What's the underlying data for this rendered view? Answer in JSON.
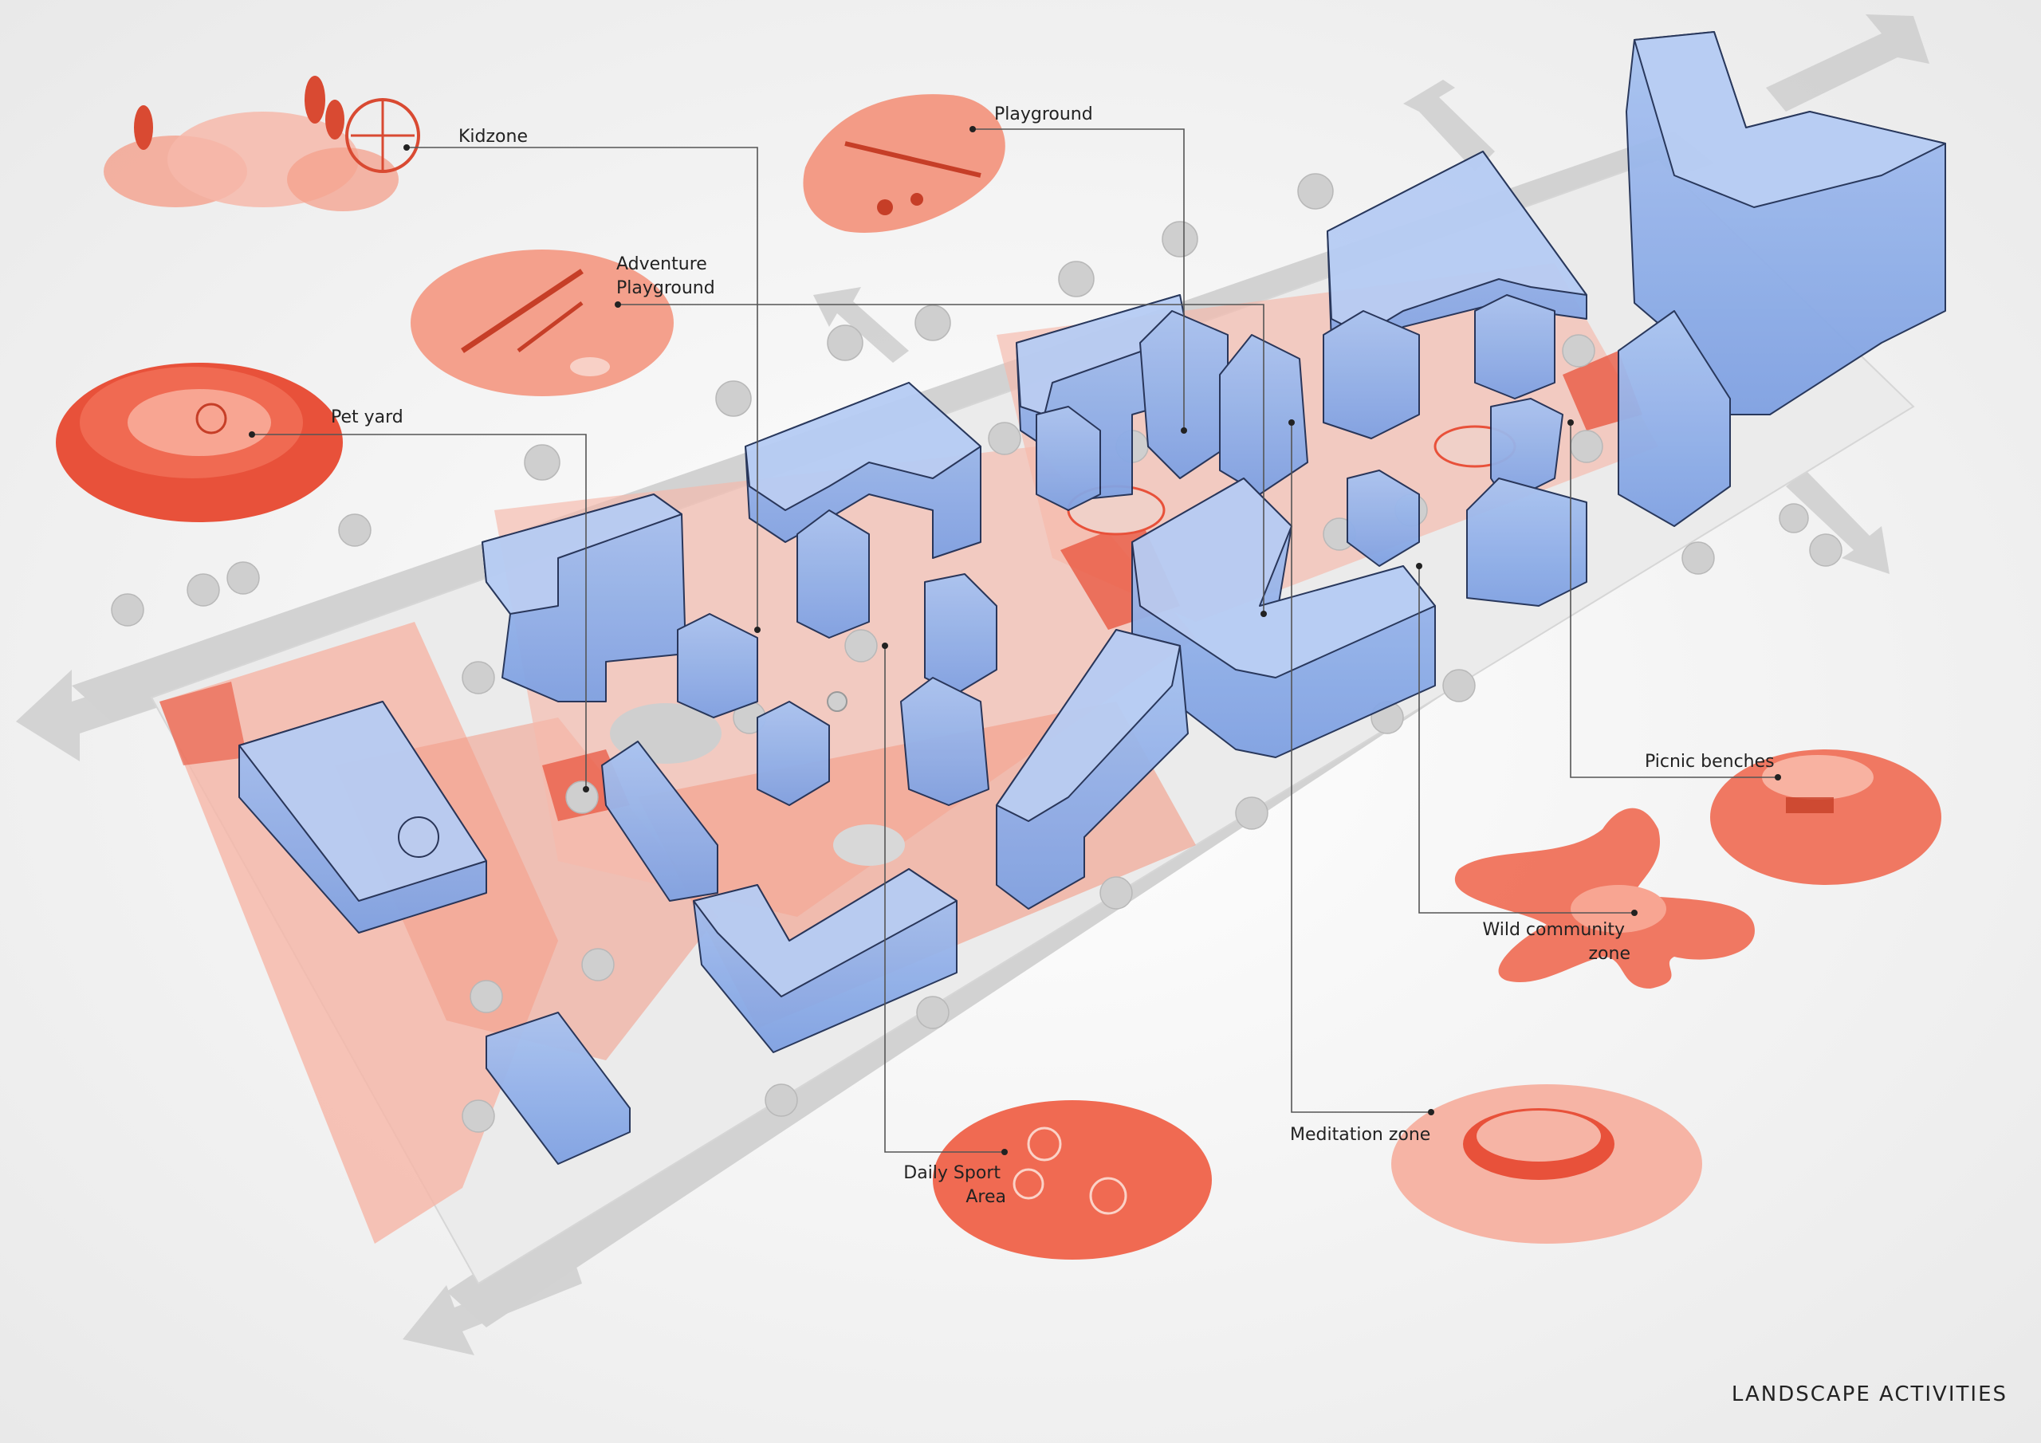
{
  "title": "LANDSCAPE ACTIVITIES",
  "colors": {
    "building": "#8fb0ea",
    "building_edge": "#1f2f55",
    "accent": "#e8513a",
    "accent_light": "#f4a08c",
    "road": "#c8c8c8",
    "ground": "#ececec"
  },
  "callouts": [
    {
      "id": "kidzone",
      "lines": [
        "Kidzone"
      ]
    },
    {
      "id": "playground",
      "lines": [
        "Playground"
      ]
    },
    {
      "id": "adventure",
      "lines": [
        "Adventure",
        "Playground"
      ]
    },
    {
      "id": "petyard",
      "lines": [
        "Pet yard"
      ]
    },
    {
      "id": "picnic",
      "lines": [
        "Picnic benches"
      ]
    },
    {
      "id": "wild",
      "lines": [
        "Wild community",
        "zone"
      ]
    },
    {
      "id": "meditation",
      "lines": [
        "Meditation zone"
      ]
    },
    {
      "id": "sport",
      "lines": [
        "Daily Sport",
        "Area"
      ]
    }
  ]
}
